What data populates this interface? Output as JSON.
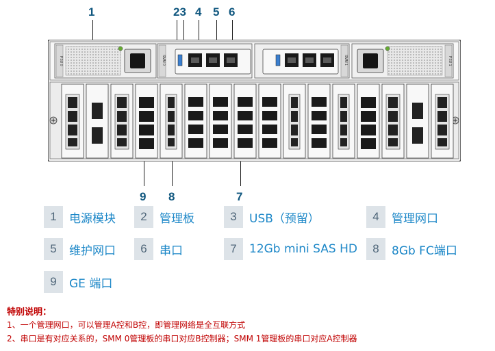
{
  "callouts": {
    "top": [
      "1",
      "23",
      "4",
      "5",
      "6"
    ],
    "bottom": [
      "9",
      "8",
      "7"
    ]
  },
  "labels": {
    "psu0": "PSU 0",
    "psu1": "PSU 1",
    "smm0": "SMM 0",
    "smm1": "SMM 1"
  },
  "legend": [
    {
      "num": "1",
      "label": "电源模块"
    },
    {
      "num": "2",
      "label": "管理板"
    },
    {
      "num": "3",
      "label": "USB（预留）"
    },
    {
      "num": "4",
      "label": "管理网口"
    },
    {
      "num": "5",
      "label": "维护网口"
    },
    {
      "num": "6",
      "label": "串口"
    },
    {
      "num": "7",
      "label": "12Gb mini SAS HD"
    },
    {
      "num": "8",
      "label": "8Gb FC端口"
    },
    {
      "num": "9",
      "label": "GE 端口"
    }
  ],
  "notes": {
    "title": "特别说明：",
    "items": [
      "1、一个管理网口，可以管理A控和B控，即管理网络是全互联方式",
      "2、串口是有对应关系的，SMM 0管理板的串口对应B控制器；SMM 1管理板的串口对应A控制器"
    ]
  },
  "colors": {
    "callout": "#10577f",
    "legend_text": "#1e88c8",
    "legend_box": "#dde3e8",
    "note_text": "#c00000",
    "accent_dot": "#17a8d6"
  }
}
